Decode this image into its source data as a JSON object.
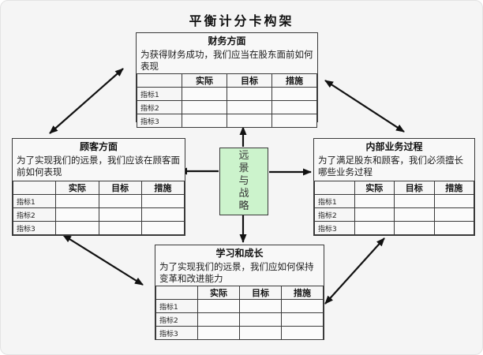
{
  "title": "平衡计分卡构架",
  "colors": {
    "vision_bg": "#ccf3cc",
    "arrow": "#111111"
  },
  "vision": {
    "label": "远景与战略"
  },
  "table": {
    "headers": [
      "实际",
      "目标",
      "措施"
    ],
    "rows": [
      "指标1",
      "指标2",
      "指标3"
    ]
  },
  "panels": {
    "finance": {
      "title": "财务方面",
      "desc": "为获得财务成功，我们应当在股东面前如何表现"
    },
    "customer": {
      "title": "顾客方面",
      "desc": "为了实现我们的远景，我们应该在顾客面前如何表现"
    },
    "internal": {
      "title": "内部业务过程",
      "desc": "为了满足股东和顾客，我们必须擅长哪些业务过程"
    },
    "learning": {
      "title": "学习和成长",
      "desc": "为了实现我们的远景，我们应如何保持变革和改进能力"
    }
  }
}
